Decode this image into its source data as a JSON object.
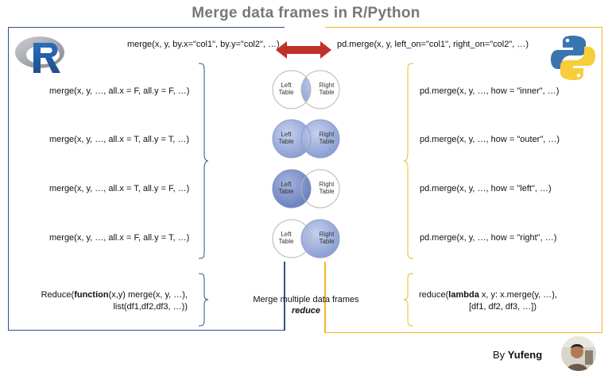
{
  "title": "Merge data frames in R/Python",
  "r": {
    "general": "merge(x, y, by.x=\"col1\", by.y=\"col2\", …)",
    "inner": "merge(x, y, …, all.x = F, all.y = F, …)",
    "outer": "merge(x, y, …, all.x = T, all.y = T, …)",
    "left": "merge(x, y, …, all.x = T, all.y = F, …)",
    "right": "merge(x, y, …, all.x = F, all.y = T, …)",
    "reduce_pre": "Reduce(",
    "reduce_kw": "function",
    "reduce_post": "(x,y) merge(x, y, …),",
    "reduce_line2": "list(df1,df2,df3, …))"
  },
  "python": {
    "general": "pd.merge(x, y, left_on=\"col1\", right_on=\"col2\", …)",
    "inner": "pd.merge(x, y, …, how = \"inner\", …)",
    "outer": "pd.merge(x, y, …, how = \"outer\", …)",
    "left": "pd.merge(x, y, …, how = \"left\", …)",
    "right": "pd.merge(x, y, …, how = \"right\", …)",
    "reduce_pre": "reduce(",
    "reduce_kw": "lambda",
    "reduce_post": " x, y: x.merge(y, …),",
    "reduce_line2": "[df1, df2, df3, …])"
  },
  "venn": {
    "left_label_1": "Left",
    "left_label_2": "Table",
    "right_label_1": "Right",
    "right_label_2": "Table"
  },
  "middle": {
    "line1": "Merge multiple data frames",
    "line2": "reduce"
  },
  "author": {
    "prefix": "By ",
    "name": "Yufeng"
  },
  "colors": {
    "r_blue": "#2f4f8a",
    "py_yellow": "#f3b722",
    "venn_fill": "#8fa3d6",
    "arrow_red": "#c0302a"
  }
}
